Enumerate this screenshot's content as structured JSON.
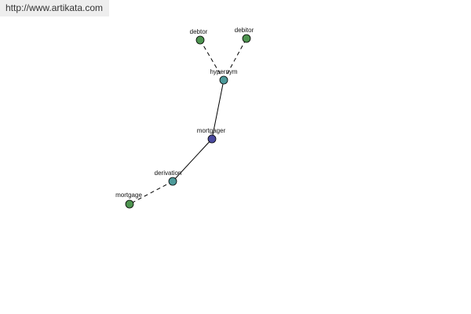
{
  "watermark": {
    "text": "http://www.artikata.com"
  },
  "colors": {
    "center": "#4b4aa0",
    "relation": "#4d9a9a",
    "leaf": "#4e9450",
    "edge": "#000000"
  },
  "graph": {
    "nodes": [
      {
        "id": "debtor",
        "label": "debtor",
        "kind": "leaf"
      },
      {
        "id": "debitor",
        "label": "debitor",
        "kind": "leaf"
      },
      {
        "id": "hypernym",
        "label": "hypernym",
        "kind": "relation"
      },
      {
        "id": "mortgager",
        "label": "mortgager",
        "kind": "center"
      },
      {
        "id": "derivation",
        "label": "derivation",
        "kind": "relation"
      },
      {
        "id": "mortgage",
        "label": "mortgage",
        "kind": "leaf"
      }
    ],
    "edges": [
      {
        "from": "hypernym",
        "to": "debtor",
        "style": "dashed"
      },
      {
        "from": "hypernym",
        "to": "debitor",
        "style": "dashed"
      },
      {
        "from": "mortgager",
        "to": "hypernym",
        "style": "solid"
      },
      {
        "from": "mortgager",
        "to": "derivation",
        "style": "solid"
      },
      {
        "from": "derivation",
        "to": "mortgage",
        "style": "dashed"
      }
    ]
  }
}
